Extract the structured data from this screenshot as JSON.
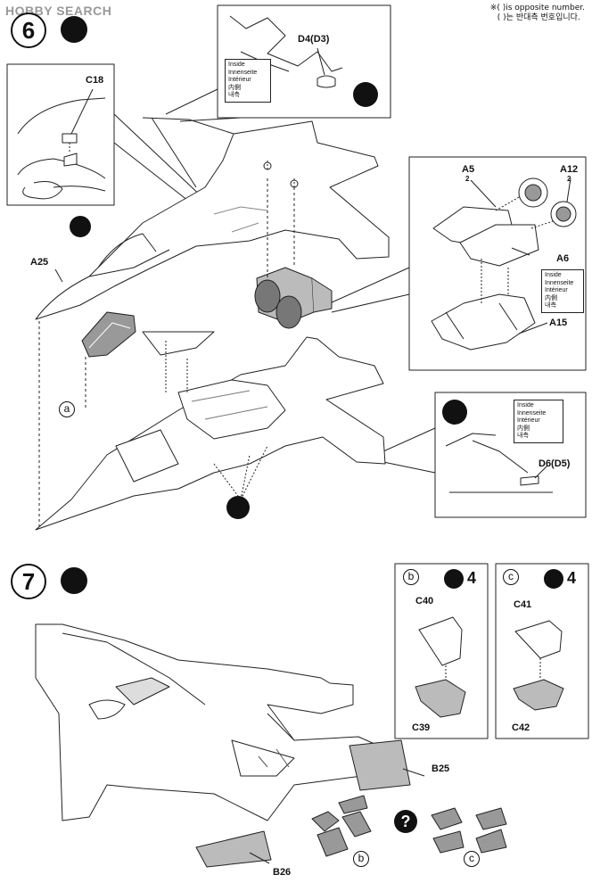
{
  "header": {
    "watermark": "HOBBY SEARCH",
    "note_line1": "※( )is opposite number.",
    "note_line2": "( )는 반대측 번호입니다."
  },
  "steps": {
    "six": "6",
    "seven": "7"
  },
  "inside_note": {
    "en": "Inside",
    "de": "Innenseite",
    "fr": "Intérieur",
    "jp": "内側",
    "kr": "내측"
  },
  "parts": {
    "d4": "D4(D3)",
    "c18": "C18",
    "a25": "A25",
    "a5": "A5",
    "a12": "A12",
    "a6": "A6",
    "a15": "A15",
    "d6": "D6(D5)",
    "c40": "C40",
    "c39": "C39",
    "c41": "C41",
    "c42": "C42",
    "b25": "B25",
    "b26": "B26",
    "count_b": "4",
    "count_c": "4",
    "badge_a5": "2",
    "badge_a12": "2"
  },
  "markers": {
    "a": "a",
    "b": "b",
    "c": "c"
  },
  "symbols": {
    "question": "?"
  },
  "icons": [
    "cement-icon",
    "knife-icon",
    "paint-icon",
    "flip-icon",
    "question-icon",
    "decal-icon"
  ]
}
